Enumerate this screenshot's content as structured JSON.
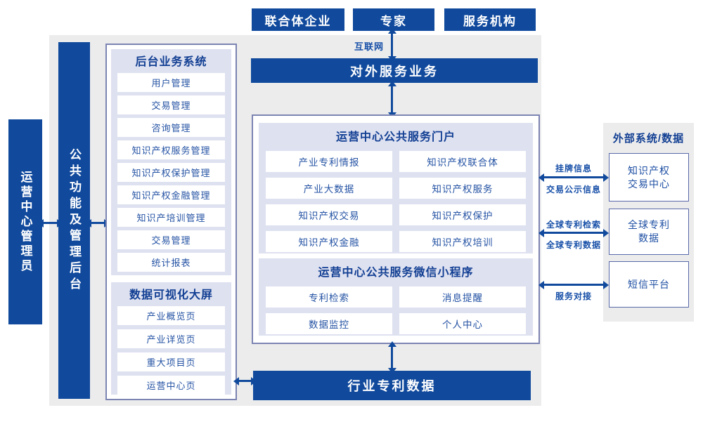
{
  "colors": {
    "primary_blue": "#114A9D",
    "canvas_gray": "#ECECEC",
    "panel_lavender": "#DEE1F0",
    "outer_border_indigo": "#7C84B2",
    "item_text_blue": "#2553A4"
  },
  "top_entities": [
    {
      "label": "联合体企业"
    },
    {
      "label": "专家"
    },
    {
      "label": "服务机构"
    }
  ],
  "internet_label": "互联网",
  "external_service_bar": "对外服务业务",
  "left_rail": {
    "admin_bar": "运营中心管理员",
    "backend_bar": "公共功能及管理后台"
  },
  "backend_system": {
    "title": "后台业务系统",
    "items": [
      "用户管理",
      "交易管理",
      "咨询管理",
      "知识产权服务管理",
      "知识产权保护管理",
      "知识产权金融管理",
      "知识产培训管理",
      "交易管理",
      "统计报表"
    ]
  },
  "data_visualization": {
    "title": "数据可视化大屏",
    "items": [
      "产业概览页",
      "产业详览页",
      "重大项目页",
      "运营中心页"
    ]
  },
  "portal": {
    "title": "运营中心公共服务门户",
    "items": [
      "产业专利情报",
      "知识产权联合体",
      "产业大数据",
      "知识产权服务",
      "知识产权交易",
      "知识产权保护",
      "知识产权金融",
      "知识产权培训"
    ]
  },
  "miniprogram": {
    "title": "运营中心公共服务微信小程序",
    "items": [
      "专利检索",
      "消息提醒",
      "数据监控",
      "个人中心"
    ]
  },
  "industry_data_bar": "行业专利数据",
  "external_systems": {
    "title": "外部系统/数据",
    "boxes": [
      "知识产权交易中心",
      "全球专利数据",
      "短信平台"
    ],
    "links": [
      {
        "top": "挂牌信息",
        "bottom": "交易公示信息"
      },
      {
        "top": "全球专利检索",
        "bottom": "全球专利数据"
      },
      {
        "bottom": "服务对接"
      }
    ]
  }
}
